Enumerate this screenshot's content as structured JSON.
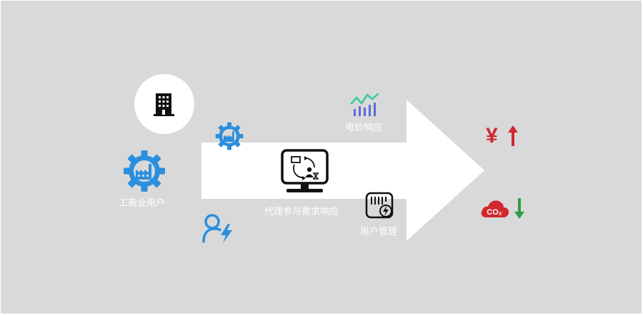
{
  "nodes": {
    "enterprise_user": {
      "label": "工商业用户"
    },
    "agent_dr": {
      "label": "代理参与需求响应"
    },
    "price_response": {
      "label": "电价响应"
    },
    "user_management": {
      "label": "用户管理"
    }
  },
  "outcomes": {
    "cost": {
      "symbol": "¥",
      "direction": "up",
      "arrow_color": "#d0282e",
      "symbol_color": "#d0282e"
    },
    "emission": {
      "symbol": "CO₂",
      "direction": "down",
      "arrow_color": "#2e9e44",
      "cloud_color": "#d0282e"
    }
  },
  "colors": {
    "background": "#d9d9d9",
    "accent_blue": "#2b8fde",
    "label_text": "#ffffff",
    "chart_blue": "#5b6bd9",
    "chart_green": "#39c9a0"
  },
  "icons": {
    "building": "building-icon",
    "gear_factory": "gear-factory-icon",
    "user_power": "user-power-icon",
    "monitor": "monitor-icon",
    "chart": "price-chart-icon",
    "management": "management-icon"
  }
}
